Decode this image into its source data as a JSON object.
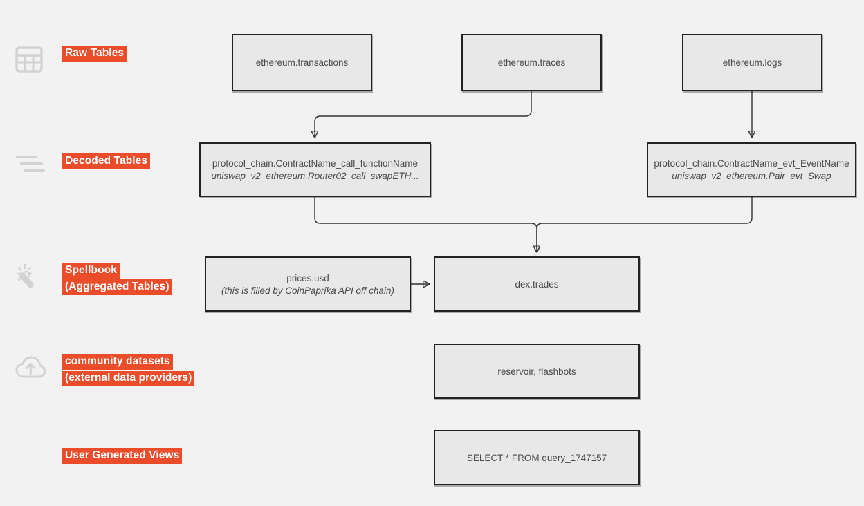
{
  "theme": {
    "background": "#f2f2f2",
    "highlight": "#eb4d2b",
    "highlight_text": "#ffffff",
    "node_fill": "#e8e8e8",
    "node_border": "#222222",
    "node_text": "#4a4a4a",
    "icon_color": "#d2d2d2",
    "wire_color": "#333333"
  },
  "legend": [
    {
      "icon": "table-grid-icon",
      "lines": [
        "Raw Tables"
      ]
    },
    {
      "icon": "stacked-lines-icon",
      "lines": [
        "Decoded Tables"
      ]
    },
    {
      "icon": "magic-wand-icon",
      "lines": [
        "Spellbook",
        "(Aggregated Tables)"
      ]
    },
    {
      "icon": "cloud-upload-icon",
      "lines": [
        "community datasets",
        "(external data providers)"
      ]
    },
    {
      "icon": "",
      "lines": [
        "User Generated Views"
      ]
    }
  ],
  "nodes": {
    "ethereum_transactions": {
      "line1": "ethereum.transactions",
      "line2": ""
    },
    "ethereum_traces": {
      "line1": "ethereum.traces",
      "line2": ""
    },
    "ethereum_logs": {
      "line1": "ethereum.logs",
      "line2": ""
    },
    "decoded_call": {
      "line1": "protocol_chain.ContractName_call_functionName",
      "line2": "uniswap_v2_ethereum.Router02_call_swapETH..."
    },
    "decoded_evt": {
      "line1": "protocol_chain.ContractName_evt_EventName",
      "line2": "uniswap_v2_ethereum.Pair_evt_Swap"
    },
    "prices_usd": {
      "line1": "prices.usd",
      "line2": "(this is filled by CoinPaprika API off chain)"
    },
    "dex_trades": {
      "line1": "dex.trades",
      "line2": ""
    },
    "community": {
      "line1": "reservoir, flashbots",
      "line2": ""
    },
    "user_view": {
      "line1": "SELECT * FROM query_1747157",
      "line2": ""
    }
  }
}
